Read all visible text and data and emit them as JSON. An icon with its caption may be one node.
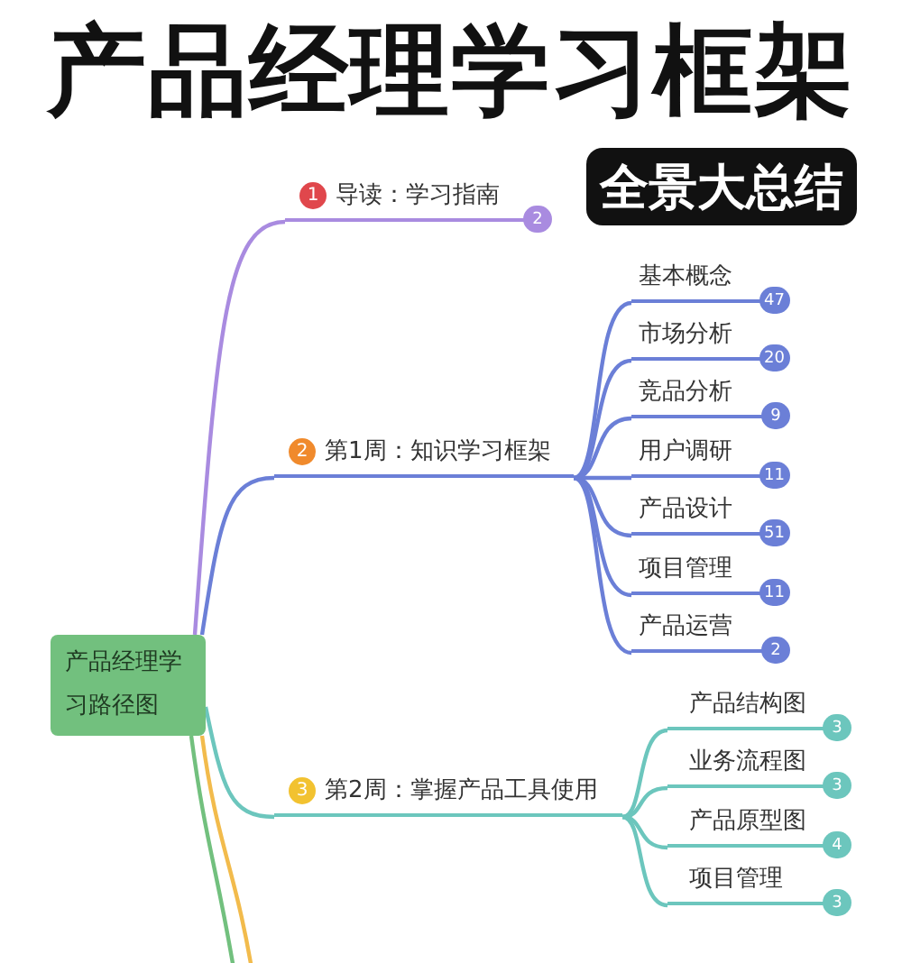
{
  "diagram": {
    "title": "产品经理学习框架",
    "nodes": [
      {
        "text": [
          "全景大总结"
        ]
      },
      {
        "text": [
          "产品经理学习路径图"
        ]
      },
      {
        "text": [
          "1",
          "导读：学习指南"
        ],
        "beside": [
          "2"
        ]
      },
      {
        "text": [
          "2",
          "第1周：知识学习框架"
        ]
      },
      {
        "text": [
          "基本概念"
        ],
        "beside": [
          "47"
        ]
      },
      {
        "text": [
          "市场分析"
        ],
        "beside": [
          "20"
        ]
      },
      {
        "text": [
          "竞品分析"
        ],
        "beside": [
          "9"
        ]
      },
      {
        "text": [
          "用户调研"
        ],
        "beside": [
          "11"
        ]
      },
      {
        "text": [
          "产品设计"
        ],
        "beside": [
          "51"
        ]
      },
      {
        "text": [
          "项目管理"
        ],
        "beside": [
          "11"
        ]
      },
      {
        "text": [
          "产品运营"
        ],
        "beside": [
          "2"
        ]
      },
      {
        "text": [
          "3",
          "第2周：掌握产品工具使用"
        ]
      },
      {
        "text": [
          "产品结构图"
        ],
        "beside": [
          "3"
        ]
      },
      {
        "text": [
          "业务流程图"
        ],
        "beside": [
          "3"
        ]
      },
      {
        "text": [
          "产品原型图"
        ],
        "beside": [
          "4"
        ]
      },
      {
        "text": [
          "项目管理"
        ],
        "beside": [
          "3"
        ]
      }
    ],
    "edges": [
      {
        "from": 1,
        "to": 2,
        "arrow": "none",
        "color": "#a98be0"
      },
      {
        "from": 1,
        "to": 3,
        "arrow": "none"
      },
      {
        "from": 3,
        "to": 4,
        "arrow": "none"
      },
      {
        "from": 3,
        "to": 5,
        "arrow": "none"
      },
      {
        "from": 3,
        "to": 6,
        "arrow": "none"
      },
      {
        "from": 3,
        "to": 7,
        "arrow": "none"
      },
      {
        "from": 3,
        "to": 8,
        "arrow": "none"
      },
      {
        "from": 3,
        "to": 9,
        "arrow": "none"
      },
      {
        "from": 3,
        "to": 10,
        "arrow": "none"
      },
      {
        "from": 1,
        "to": 11,
        "arrow": "none",
        "color": "#6cc6bd"
      },
      {
        "from": 11,
        "to": 12,
        "arrow": "none",
        "color": "#6cc6bd"
      },
      {
        "from": 11,
        "to": 13,
        "arrow": "none",
        "color": "#6cc6bd"
      },
      {
        "from": 11,
        "to": 14,
        "arrow": "none",
        "color": "#6cc6bd"
      },
      {
        "from": 11,
        "to": 15,
        "arrow": "none",
        "color": "#6cc6bd"
      },
      {
        "from": 1,
        "to": null,
        "arrow": "none",
        "color": "#f2bb4c"
      },
      {
        "from": 1,
        "to": null,
        "arrow": "none",
        "color": "#72c07e"
      }
    ]
  }
}
